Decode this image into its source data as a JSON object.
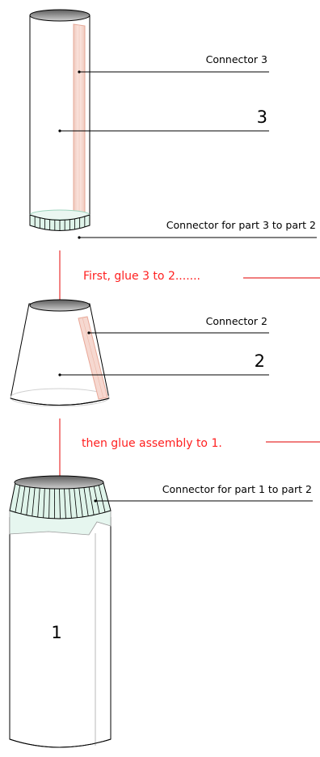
{
  "parts": {
    "part3": {
      "number": "3",
      "connector_label": "Connector 3",
      "joint_label": "Connector for part 3 to part 2"
    },
    "part2": {
      "number": "2",
      "connector_label": "Connector 2"
    },
    "part1": {
      "number": "1",
      "joint_label": "Connector for part 1 to part 2"
    }
  },
  "instructions": {
    "step1": "First, glue 3 to 2.......",
    "step2": "then glue assembly to 1."
  },
  "colors": {
    "instruction_text": "#ff2020",
    "instruction_line": "#e83030",
    "strip_fill": "#f6d8d0",
    "strip_stroke": "#e8a898",
    "connector_fill": "#dff4ea",
    "top_ellipse": "#8a8a8a",
    "part1_number": "#a8a8a8"
  }
}
